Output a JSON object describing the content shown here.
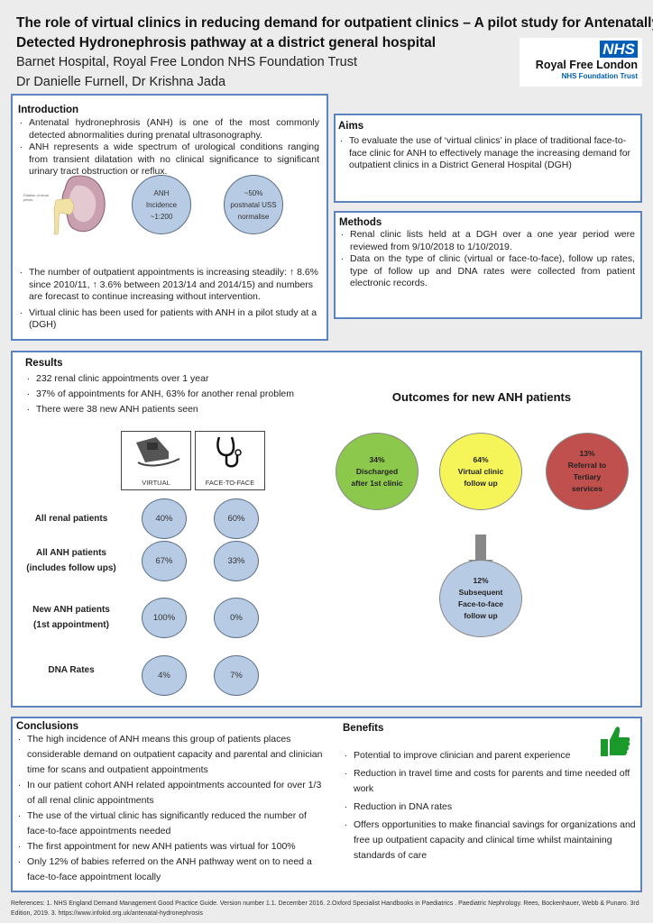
{
  "header": {
    "title_line1": "The role of virtual clinics in reducing demand for outpatient clinics – A pilot study for Antenatally",
    "title_line2": "Detected  Hydronephrosis pathway at a district general hospital",
    "affiliation": "Barnet Hospital, Royal Free London NHS Foundation Trust",
    "authors": "Dr Danielle Furnell, Dr Krishna Jada",
    "logo": {
      "nhs": "NHS",
      "name": "Royal Free London",
      "trust": "NHS Foundation Trust",
      "color": "#005eb8"
    }
  },
  "introduction": {
    "heading": "Introduction",
    "bullets": [
      "Antenatal hydronephrosis (ANH) is one of the most commonly detected abnormalities during prenatal ultrasonography.",
      "ANH represents a wide spectrum of urological conditions ranging from transient dilatation with no clinical significance to significant urinary tract obstruction or reflux."
    ],
    "kidney_label": "Dilation of renal pelvis",
    "circles": [
      [
        "ANH",
        "Incidence",
        "~1:200"
      ],
      [
        "~50%",
        "postnatal USS",
        "normalise"
      ]
    ],
    "bullets2": [
      "The number of outpatient appointments is increasing steadily: ↑ 8.6% since 2010/11, ↑ 3.6% between 2013/14 and 2014/15) and numbers are forecast to continue increasing without intervention.",
      "Virtual clinic has been used for patients with ANH in a pilot study at a (DGH)"
    ]
  },
  "aims": {
    "heading": "Aims",
    "bullets": [
      "To evaluate the use of ‘virtual clinics’ in place of traditional face-to-face clinic for ANH to effectively manage the increasing demand for outpatient clinics in  a District General Hospital (DGH)"
    ]
  },
  "methods": {
    "heading": "Methods",
    "bullets": [
      "Renal clinic lists held at a DGH over a one year period were reviewed from 9/10/2018 to 1/10/2019.",
      "Data on the type of clinic (virtual or face-to-face), follow up rates, type of follow up and DNA rates were collected from patient electronic records."
    ]
  },
  "results": {
    "heading": "Results",
    "bullets": [
      "232 renal clinic appointments over 1 year",
      "37% of appointments for ANH, 63% for another renal problem",
      "There were 38 new ANH patients seen"
    ],
    "columns": [
      {
        "label": "VIRTUAL",
        "icon": "telephone-icon"
      },
      {
        "label": "FACE-TO-FACE",
        "icon": "stethoscope-icon"
      }
    ],
    "rows": [
      {
        "l1": "All renal patients",
        "l2": "",
        "virtual": "40%",
        "face": "60%"
      },
      {
        "l1": "All ANH patients",
        "l2": "(includes follow ups)",
        "virtual": "67%",
        "face": "33%"
      },
      {
        "l1": "New ANH patients",
        "l2": "(1st appointment)",
        "virtual": "100%",
        "face": "0%"
      },
      {
        "l1": "DNA Rates",
        "l2": "",
        "virtual": "4%",
        "face": "7%"
      }
    ],
    "outcomes": {
      "title": "Outcomes for new ANH patients",
      "items": [
        {
          "pct": "34%",
          "l1": "Discharged",
          "l2": "after 1st clinic",
          "l3": "",
          "color": "#8cc84b"
        },
        {
          "pct": "64%",
          "l1": "Virtual clinic",
          "l2": "follow up",
          "l3": "",
          "color": "#f5f55a"
        },
        {
          "pct": "13%",
          "l1": "Referral to",
          "l2": "Tertiary",
          "l3": "services",
          "color": "#c0504d"
        }
      ],
      "followup": {
        "pct": "12%",
        "l1": "Subsequent",
        "l2": "Face-to-face",
        "l3": "follow up",
        "color": "#b8cbe4"
      }
    }
  },
  "conclusions": {
    "heading": "Conclusions",
    "bullets": [
      "The high incidence of ANH means this group of patients places considerable demand on outpatient capacity and parental and clinician time for scans and outpatient appointments",
      "In our patient cohort ANH related appointments accounted for over 1/3 of all renal clinic appointments",
      "The use of the virtual clinic has significantly reduced the number of face-to-face appointments needed",
      "The first appointment for new ANH patients was virtual for 100%",
      "Only 12% of babies referred on the ANH pathway went on to need a face-to-face appointment locally"
    ]
  },
  "benefits": {
    "heading": "Benefits",
    "bullets": [
      "Potential to improve clinician and parent experience",
      "Reduction in travel time and costs for parents and time needed off work",
      "Reduction in DNA rates",
      "Offers opportunities to make financial savings for organizations and free up outpatient capacity and clinical time whilst maintaining standards of care"
    ]
  },
  "references": "References: 1. NHS England  Demand Management Good Practice Guide. Version number 1.1. December 2016.    2.Oxford Specialist Handbooks in Paediatrics . Paediatric Nephrology. Rees, Bockenhauer, Webb & Punaro. 3rd Edition, 2019.    3.  https://www.infokid.org.uk/antenatal-hydronephrosis"
}
